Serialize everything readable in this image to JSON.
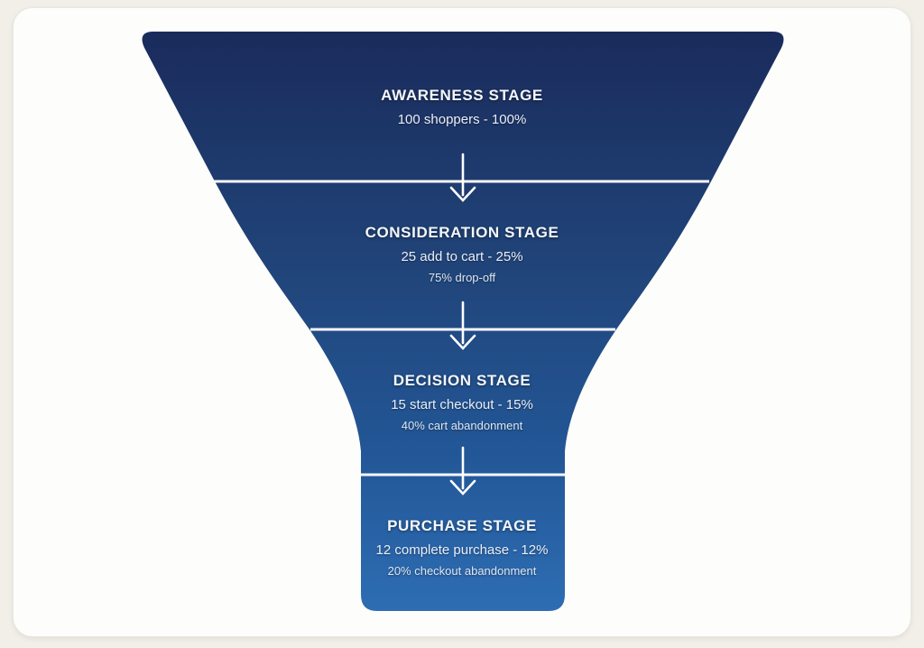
{
  "diagram": {
    "type": "funnel",
    "stages": [
      {
        "name": "awareness",
        "title": "AWARENESS STAGE",
        "metric": "100 shoppers - 100%",
        "note": "",
        "count": 100,
        "percent": 100
      },
      {
        "name": "consideration",
        "title": "CONSIDERATION STAGE",
        "metric": "25 add to cart - 25%",
        "note": "75% drop-off",
        "count": 25,
        "percent": 25,
        "dropoff_percent": 75
      },
      {
        "name": "decision",
        "title": "DECISION STAGE",
        "metric": "15 start checkout - 15%",
        "note": "40% cart abandonment",
        "count": 15,
        "percent": 15,
        "dropoff_percent": 40
      },
      {
        "name": "purchase",
        "title": "PURCHASE STAGE",
        "metric": "12 complete purchase - 12%",
        "note": "20% checkout abandonment",
        "count": 12,
        "percent": 12,
        "dropoff_percent": 20
      }
    ]
  },
  "colors": {
    "funnel_top": "#1a2b5b",
    "funnel_upper_mid": "#21477d",
    "funnel_lower_mid": "#225696",
    "funnel_bottom": "#2e6db3",
    "divider": "#f7f9fc",
    "arrow": "#ffffff",
    "card_background": "#fdfdfb",
    "page_background": "#f1efe8",
    "text": "#ffffff"
  }
}
